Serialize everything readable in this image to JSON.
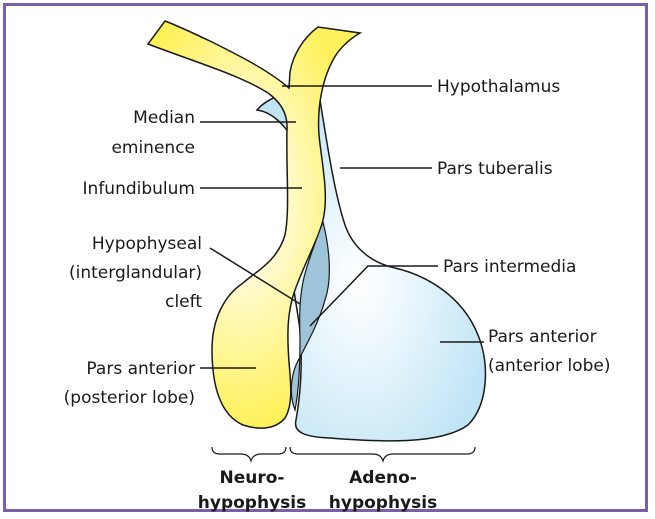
{
  "labels": {
    "hypothalamus": "Hypothalamus",
    "median_eminence_1": "Median",
    "median_eminence_2": "eminence",
    "infundibulum": "Infundibulum",
    "pars_tuberalis": "Pars tuberalis",
    "cleft_1": "Hypophyseal",
    "cleft_2": "(interglandular)",
    "cleft_3": "cleft",
    "pars_intermedia": "Pars intermedia",
    "pars_anterior_left_1": "Pars anterior",
    "pars_anterior_left_2": "(posterior lobe)",
    "pars_anterior_right_1": "Pars anterior",
    "pars_anterior_right_2": "(anterior lobe)"
  },
  "bottom_labels": {
    "neuro_1": "Neuro-",
    "neuro_2": "hypophysis",
    "adeno_1": "Adeno-",
    "adeno_2": "hypophysis"
  },
  "colors": {
    "frame": "#7b5fa8",
    "neuro_fill": "#fff15a",
    "adeno_fill": "#bfe4f5",
    "intermedia_fill": "#9dc4d8",
    "outline": "#1a1a1a"
  }
}
